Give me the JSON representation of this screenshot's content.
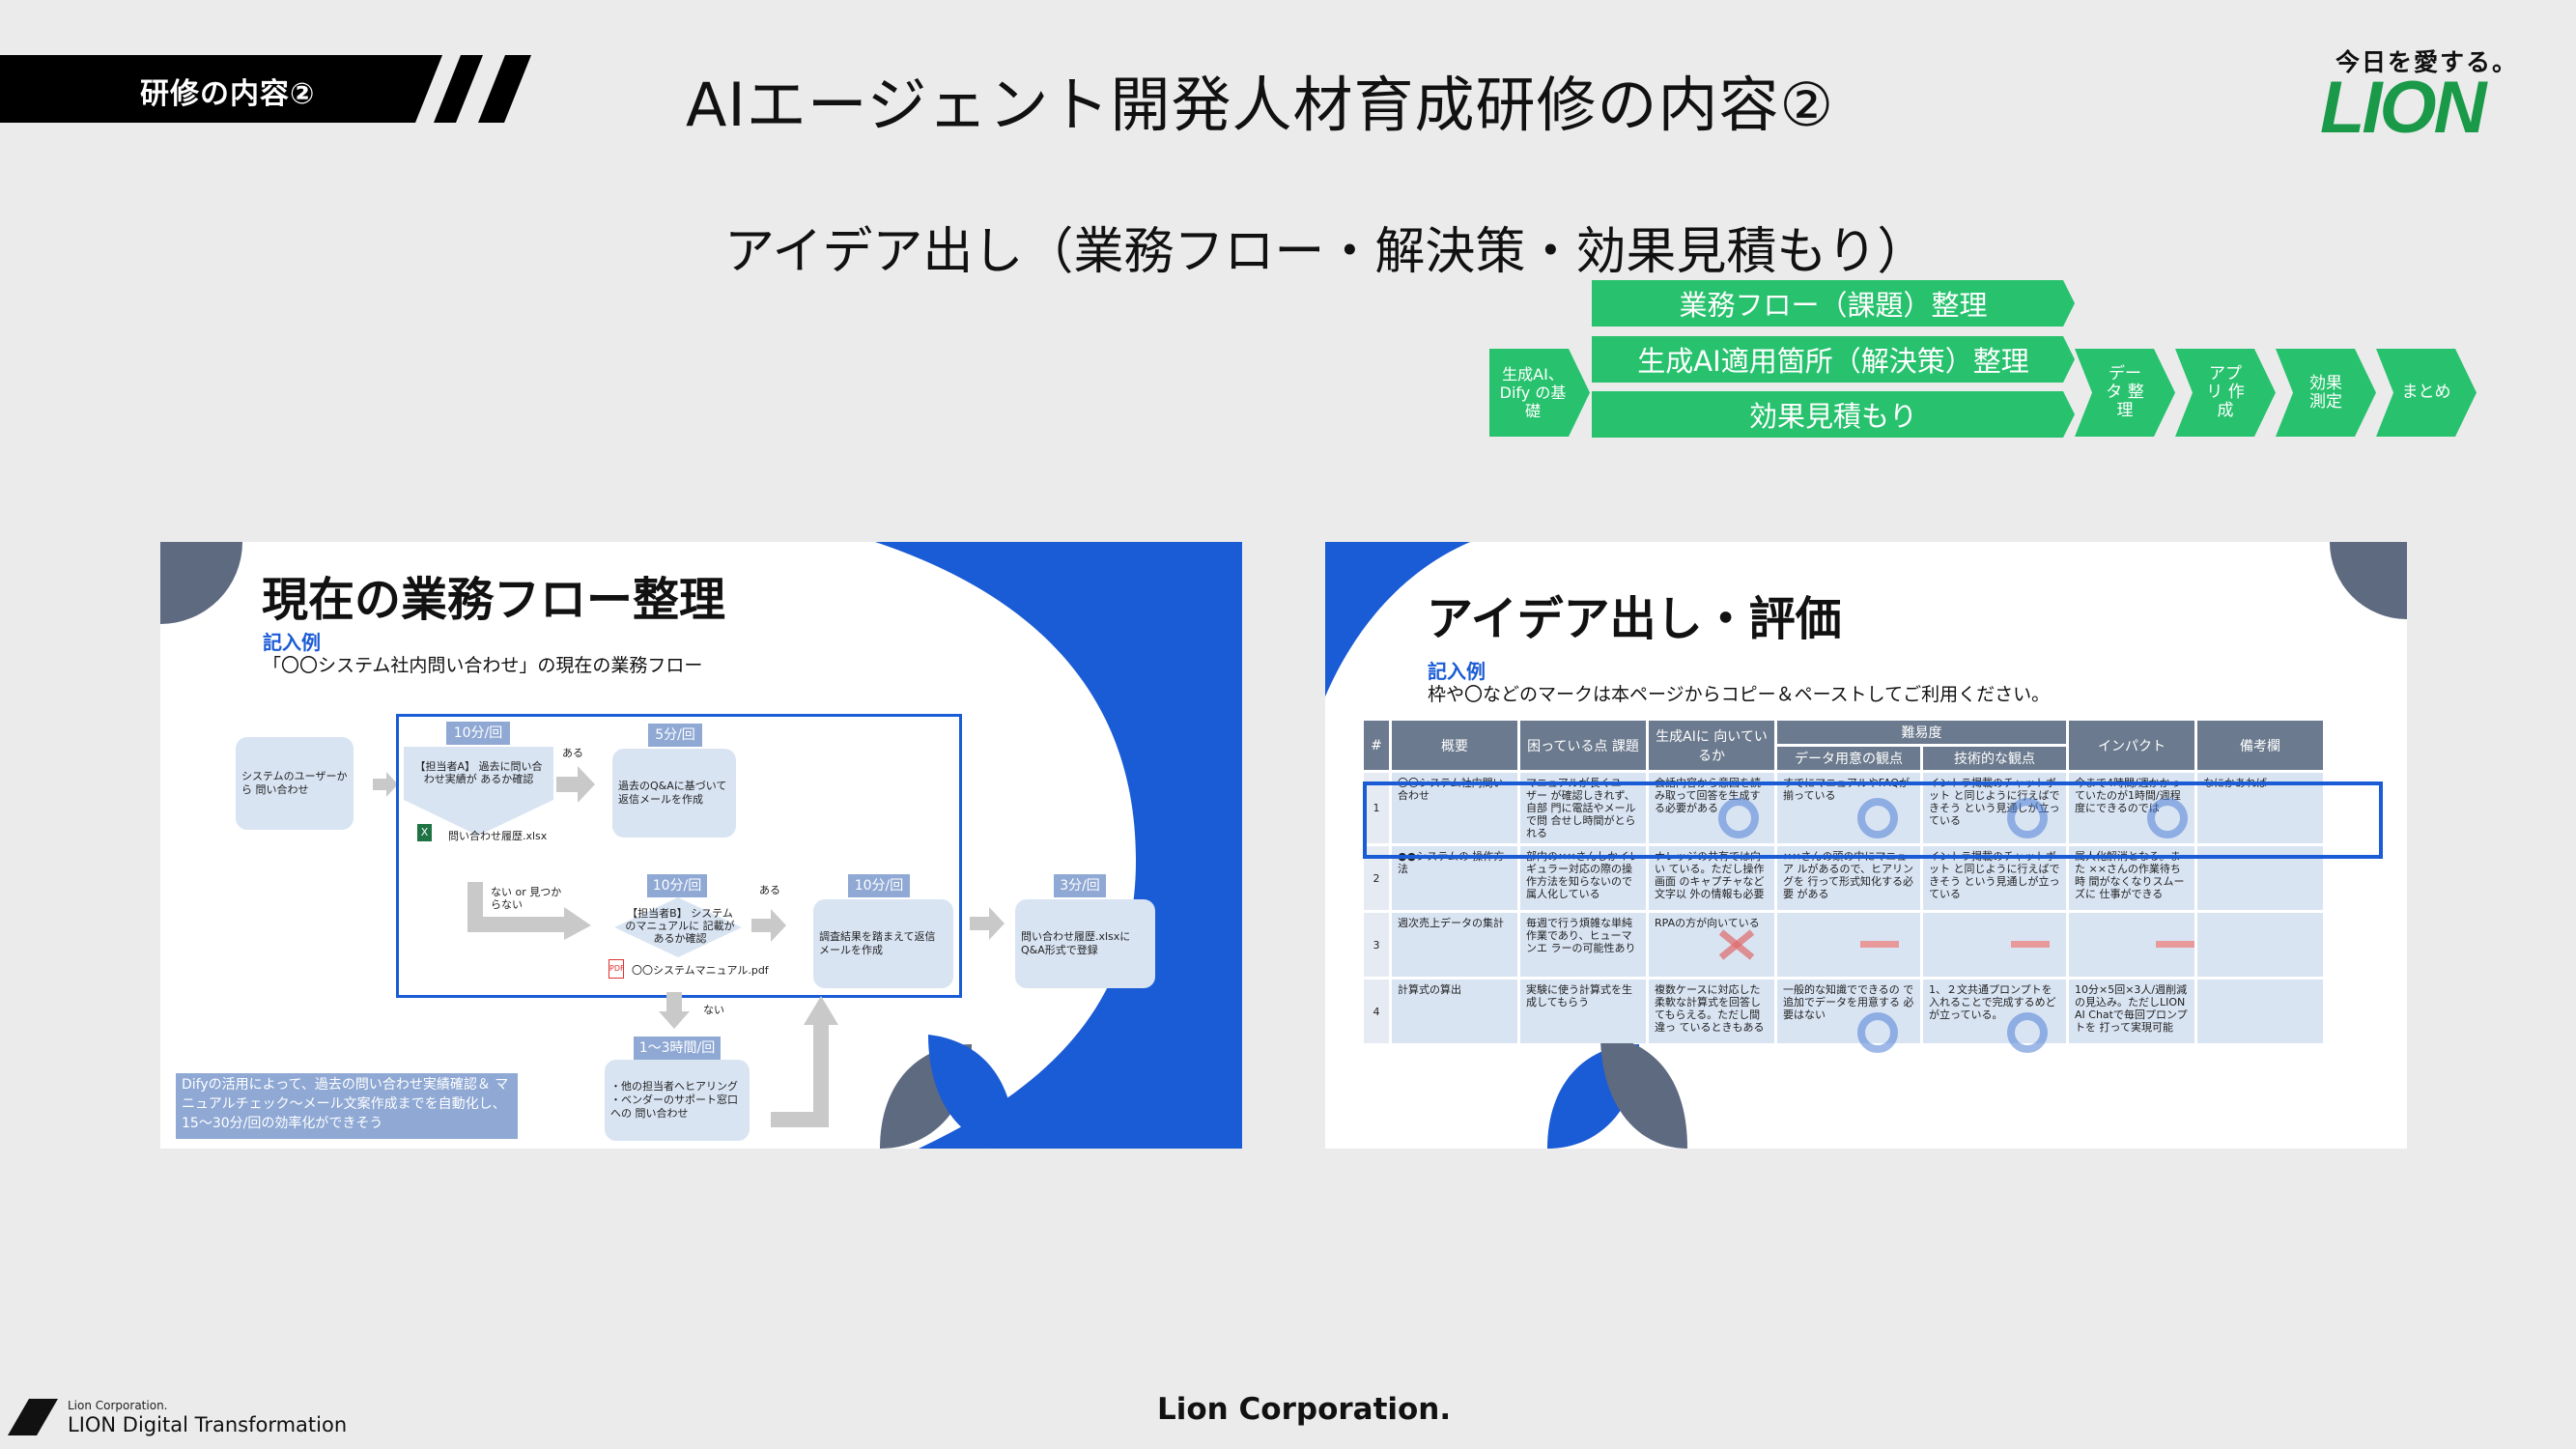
{
  "header": {
    "section_tag": "研修の内容②",
    "title": "AIエージェント開発人材育成研修の内容②",
    "slogan": "今日を愛する。",
    "logo": "LION"
  },
  "subtitle": "アイデア出し（業務フロー・解決策・効果見積もり）",
  "process": {
    "start": "生成AI、Dify の基礎",
    "bars": [
      "業務フロー（課題）整理",
      "生成AI適用箇所（解決策）整理",
      "効果見積もり"
    ],
    "steps": [
      "データ 整理",
      "アプリ 作成",
      "効果 測定",
      "まとめ"
    ],
    "color": "#28c26e"
  },
  "left_slide": {
    "title": "現在の業務フロー整理",
    "kinyu": "記入例",
    "desc": "「〇〇システム社内問い合わせ」の現在の業務フロー",
    "flow": {
      "user_box": "システムのユーザーから 問い合わせ",
      "t1": "10分/回",
      "box_a": "【担当者A】 過去に問い合わせ実績が あるか確認",
      "aru1": "ある",
      "t2": "5分/回",
      "box_qa": "過去のQ&Aに基づいて 返信メールを作成",
      "file1": "問い合わせ履歴.xlsx",
      "nai_or": "ない or 見つからない",
      "t3": "10分/回",
      "box_b": "【担当者B】 システムのマニュアルに 記載があるか確認",
      "aru2": "ある",
      "t4": "10分/回",
      "box_reply": "調査結果を踏まえて返信 メールを作成",
      "t5": "3分/回",
      "box_reg": "問い合わせ履歴.xlsxに Q&A形式で登録",
      "file2": "〇〇システムマニュアル.pdf",
      "nai": "ない",
      "t6": "1～3時間/回",
      "box_other": "・他の担当者へヒアリング ・ベンダーのサポート窓口への 問い合わせ"
    },
    "note": "Difyの活用によって、過去の問い合わせ実績確認＆ マニュアルチェック～メール文案作成までを自動化し、 15～30分/回の効率化ができそう"
  },
  "right_slide": {
    "title": "アイデア出し・評価",
    "kinyu": "記入例",
    "desc": "枠や〇などのマークは本ページからコピー＆ペーストしてご利用ください。",
    "headers": {
      "num": "#",
      "summary": "概要",
      "problem": "困っている点 課題",
      "fit": "生成AIに 向いているか",
      "difficulty": "難易度",
      "data_prep": "データ用意の観点",
      "tech": "技術的な観点",
      "impact": "インパクト",
      "remarks": "備考欄"
    },
    "rows": [
      {
        "num": "1",
        "summary": "〇〇システム社内問い 合わせ",
        "problem": "マニュアルが長くユーザー が確認しきれず、自部 門に電話やメールで問 合せし時間がとられる",
        "fit": "会話内容から意図を読 み取って回答を生成す る必要がある",
        "data": "すでにマニュアルやFAQが 揃っている",
        "tech": "イントラ掲載のチャットボット と同じように行えばできそう という見通しが立っている",
        "impact": "今まで4時間/週かかっ ていたのが1時間/週程 度にできるのでは",
        "remarks": "なにかあれば"
      },
      {
        "num": "2",
        "summary": "●●システムの 操作方法",
        "problem": "部内の××さんしかイレ ギュラー対応の際の操 作方法を知らないので 属人化している",
        "fit": "ナレッジの共有では向い ている。ただし操作画面 のキャプチャなど文字以 外の情報も必要",
        "data": "××さんの頭の中にマニュア ルがあるので、ヒアリングを 行って形式知化する必要 がある",
        "tech": "イントラ掲載のチャットボット と同じように行えばできそう という見通しが立っている",
        "impact": "属人化解消となる。また ××さんの作業待ち時 間がなくなりスムーズに 仕事ができる",
        "remarks": ""
      },
      {
        "num": "3",
        "summary": "週次売上データの集計",
        "problem": "毎週で行う煩雑な単純 作業であり、ヒューマンエ ラーの可能性あり",
        "fit": "RPAの方が向いている",
        "data": "",
        "tech": "",
        "impact": "",
        "remarks": ""
      },
      {
        "num": "4",
        "summary": "計算式の算出",
        "problem": "実験に使う計算式を生 成してもらう",
        "fit": "複数ケースに対応した 柔軟な計算式を回答し てもらえる。ただし間違っ ているときもある",
        "data": "一般的な知識でできるの で追加でデータを用意する 必要はない",
        "tech": "1、２文共通プロンプトを 入れることで完成するめど が立っている。",
        "impact": "10分×5回×3人/週削減 の見込み。ただしLION AI Chatで毎回プロンプトを 打って実現可能",
        "remarks": ""
      }
    ]
  },
  "footer": {
    "brand": "Lion Corporation.",
    "dx": "LION Digital Transformation",
    "center": "Lion Corporation."
  },
  "colors": {
    "accent_blue": "#1a5bd6",
    "slate": "#5d6a80",
    "green": "#28c26e",
    "lion_green": "#1a9a48"
  }
}
